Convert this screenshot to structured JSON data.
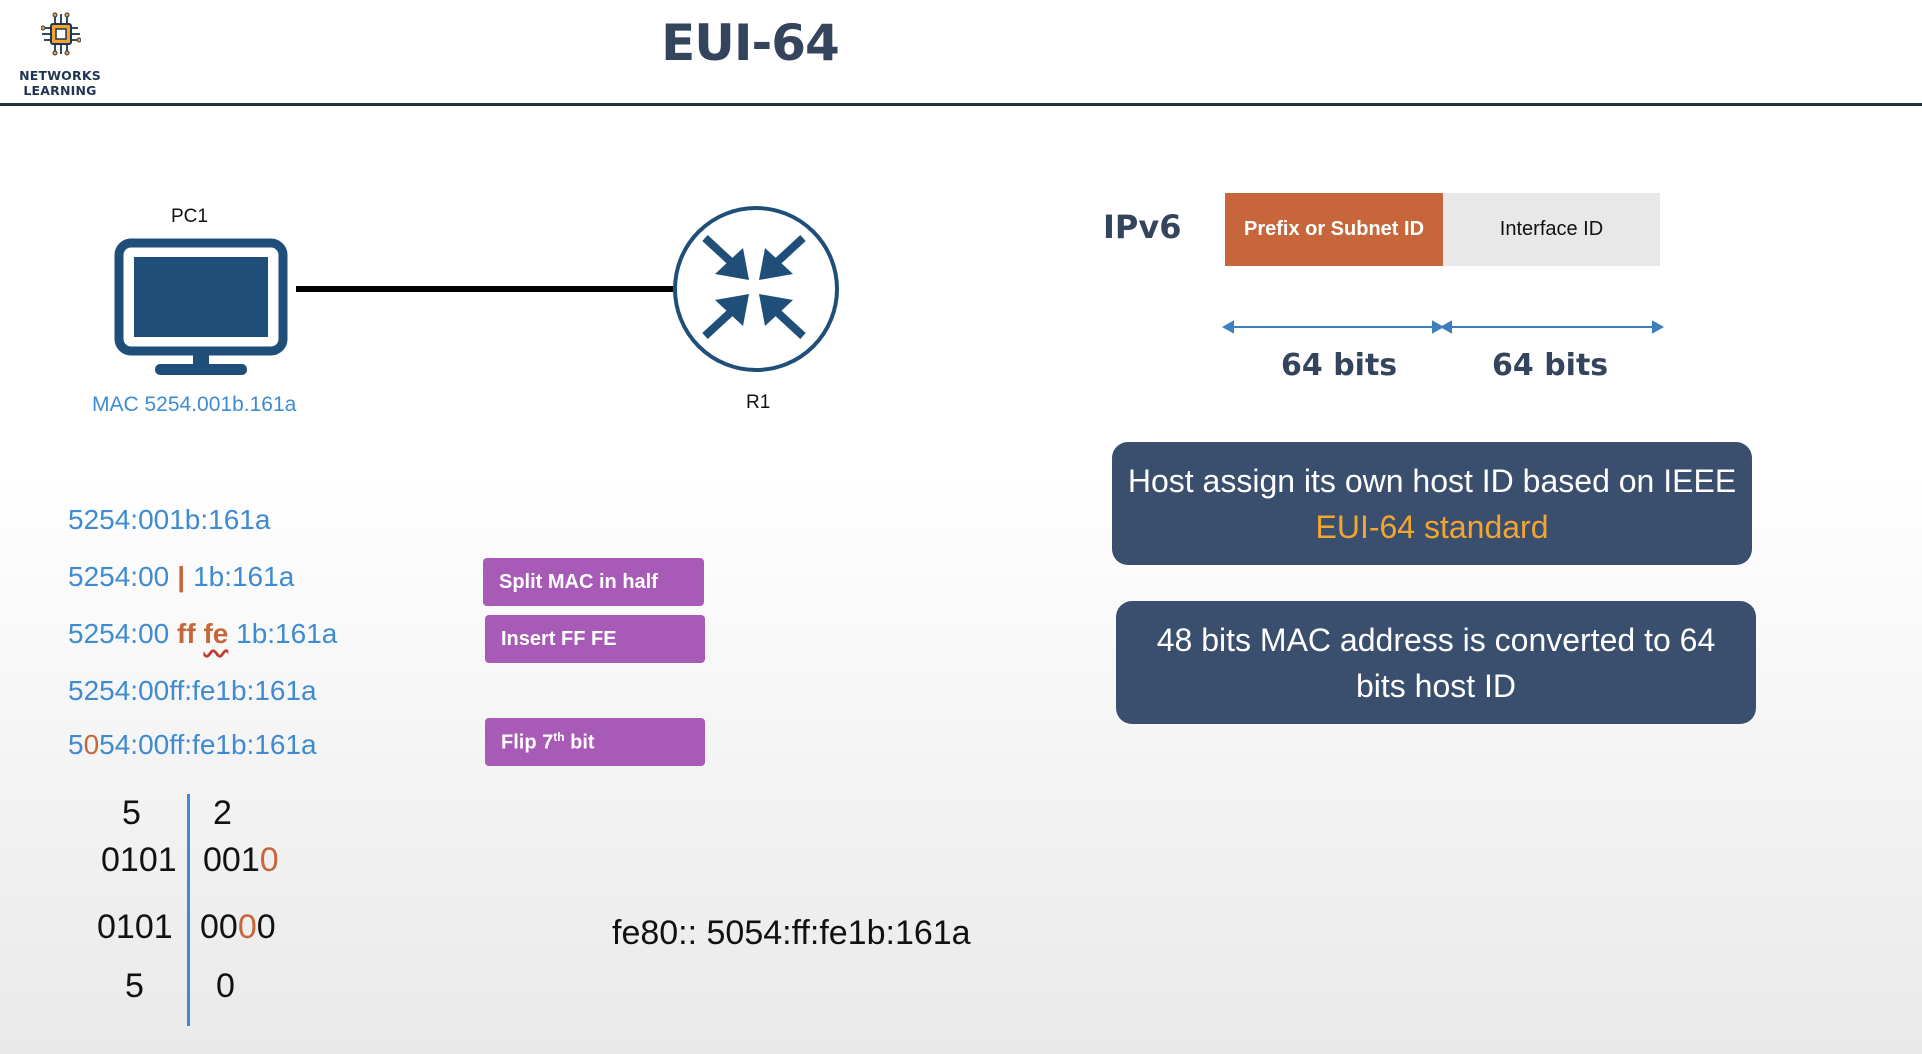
{
  "header": {
    "logo_line1": "NETWORKS",
    "logo_line2": "LEARNING",
    "title": "EUI-64"
  },
  "topology": {
    "pc_label": "PC1",
    "router_label": "R1",
    "mac_caption": "MAC 5254.001b.161a"
  },
  "steps": {
    "line1": "5254:001b:161a",
    "line2_left": "5254:00",
    "line2_sep": "|",
    "line2_right": "1b:161a",
    "line3_left": "5254:00",
    "line3_ff": "ff",
    "line3_fe": "fe",
    "line3_right": "1b:161a",
    "line4": "5254:00ff:fe1b:161a",
    "line5_a": "5",
    "line5_b": "0",
    "line5_c": "54:00ff:fe1b:161a",
    "tag_split": "Split MAC in half",
    "tag_insert": "Insert FF FE",
    "tag_flip_pre": "Flip 7",
    "tag_flip_sup": "th",
    "tag_flip_post": "bit"
  },
  "binary": {
    "hex_top_left": "5",
    "hex_top_right": "2",
    "bin_top_left": "0101",
    "bin_top_right_a": "001",
    "bin_top_right_b": "0",
    "bin_bottom_left": "0101",
    "bin_bottom_right_a": "00",
    "bin_bottom_right_b": "0",
    "bin_bottom_right_c": "0",
    "hex_bottom_left": "5",
    "hex_bottom_right": "0"
  },
  "result_address": "fe80:: 5054:ff:fe1b:161a",
  "ipv6_format": {
    "label": "IPv6",
    "prefix_label": "Prefix or Subnet ID",
    "interface_label": "Interface ID",
    "prefix_bits": "64 bits",
    "interface_bits": "64 bits"
  },
  "cards": {
    "card1_line1": "Host assign its own host ID based on IEEE",
    "card1_line2": "EUI-64 standard",
    "card2_line1": "48 bits MAC address is converted to 64",
    "card2_line2": "bits host ID"
  },
  "colors": {
    "navy": "#1f2f45",
    "card_bg": "#3a4e6e",
    "accent_orange": "#c8663b",
    "mac_blue": "#3f8bd1",
    "tag_purple": "#a85ab7",
    "highlight_yellow": "#f2a52f"
  },
  "icons": {
    "logo": "chip-icon",
    "pc": "monitor-icon",
    "router": "router-icon"
  }
}
